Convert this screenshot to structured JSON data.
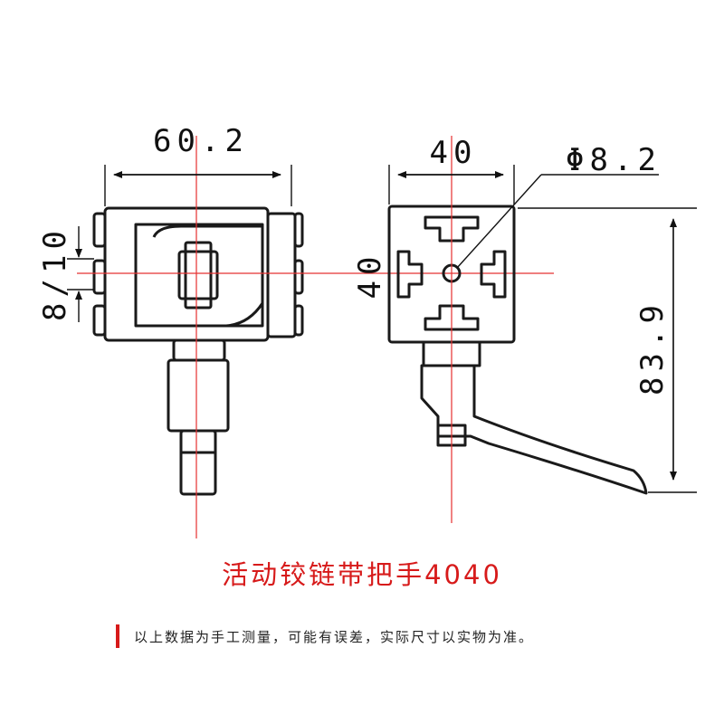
{
  "dimensions": {
    "left_width": "60.2",
    "right_width": "40",
    "hole_diameter": "Φ8.2",
    "side_height": "8/10",
    "right_height": "40",
    "total_height": "83.9"
  },
  "title": "活动铰链带把手4040",
  "note": "以上数据为手工测量，可能有误差，实际尺寸以实物为准。",
  "colors": {
    "accent": "#d71a1a",
    "line": "#1a1a1a"
  }
}
